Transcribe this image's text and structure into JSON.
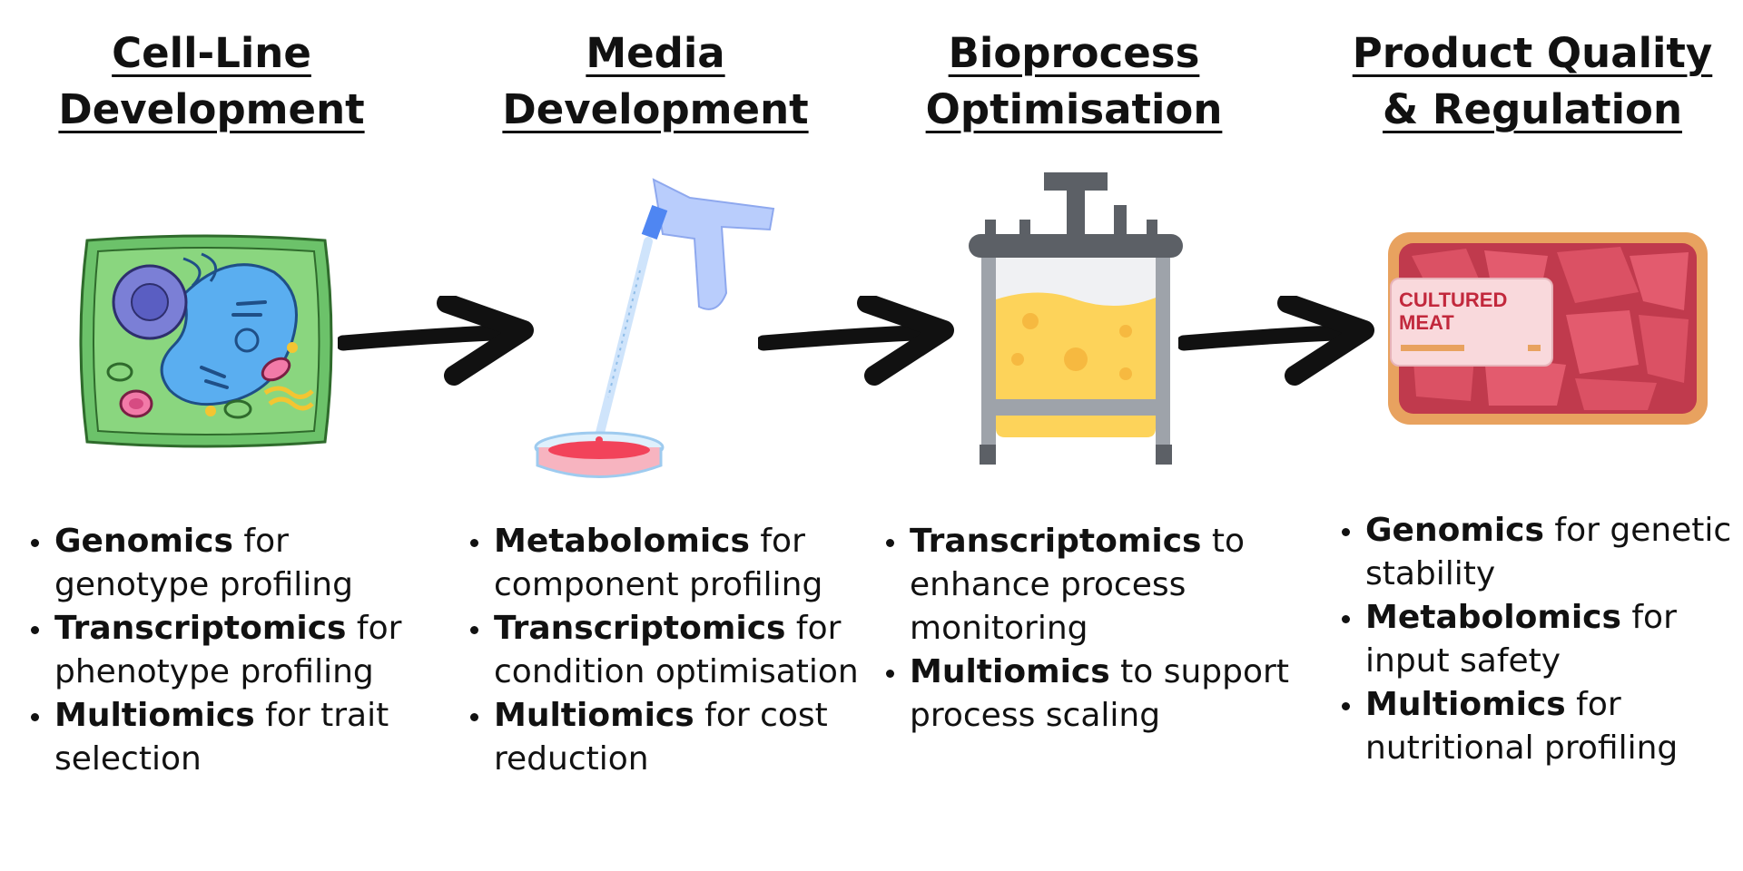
{
  "stages": [
    {
      "title_line1": "Cell-Line",
      "title_line2": "Development",
      "icon": "plant-cell-icon",
      "bullets": [
        {
          "bold": "Genomics",
          "rest": " for genotype profiling"
        },
        {
          "bold": "Transcriptomics",
          "rest": " for phenotype profiling"
        },
        {
          "bold": "Multiomics",
          "rest": " for trait selection"
        }
      ]
    },
    {
      "title_line1": "Media",
      "title_line2": "Development",
      "icon": "pipette-petri-dish-icon",
      "bullets": [
        {
          "bold": "Metabolomics",
          "rest": " for component profiling"
        },
        {
          "bold": "Transcriptomics",
          "rest": " for condition optimisation"
        },
        {
          "bold": "Multiomics",
          "rest": " for cost reduction"
        }
      ]
    },
    {
      "title_line1": "Bioprocess",
      "title_line2": "Optimisation",
      "icon": "bioreactor-icon",
      "bullets": [
        {
          "bold": "Transcriptomics",
          "rest": " to enhance process monitoring"
        },
        {
          "bold": "Multiomics",
          "rest": " to support process scaling"
        }
      ]
    },
    {
      "title_line1": "Product Quality",
      "title_line2": "& Regulation",
      "icon": "packaged-meat-icon",
      "label_line1": "CULTURED",
      "label_line2": "MEAT",
      "bullets": [
        {
          "bold": "Genomics",
          "rest": " for genetic stability"
        },
        {
          "bold": "Metabolomics",
          "rest": " for input safety"
        },
        {
          "bold": "Multiomics",
          "rest": " for nutritional profiling"
        }
      ]
    }
  ],
  "arrow_icon": "right-arrow-icon",
  "colors": {
    "cell_green": "#6cc26a",
    "nucleus_purple": "#7b7fd6",
    "vacuole_blue": "#5aaef0",
    "pipette_blue": "#b9cdfc",
    "petri_red": "#f2435a",
    "reactor_gray": "#5c6066",
    "medium_yellow": "#fdd35a",
    "tray_tan": "#e8a25f",
    "meat_red": "#c4283c"
  }
}
